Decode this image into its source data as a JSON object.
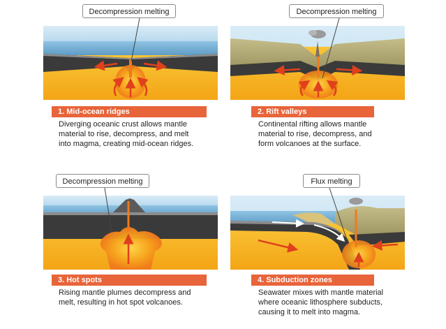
{
  "panels": [
    {
      "callout": "Decompression melting",
      "title": "1. Mid-ocean ridges",
      "lines": [
        "Diverging oceanic crust allows mantle",
        "material to rise, decompress, and melt",
        "into magma, creating mid-ocean ridges."
      ]
    },
    {
      "callout": "Decompression melting",
      "title": "2. Rift valleys",
      "lines": [
        "Continental rifting allows mantle",
        "material to rise, decompress, and",
        "form volcanoes at the surface."
      ]
    },
    {
      "callout": "Decompression melting",
      "title": "3. Hot spots",
      "lines": [
        "Rising mantle plumes decompress and",
        "melt, resulting in hot spot volcanoes."
      ]
    },
    {
      "callout": "Flux melting",
      "title": "4. Subduction zones",
      "lines": [
        "Seawater mixes with mantle material",
        "where oceanic lithosphere subducts,",
        "causing it to melt into magma."
      ]
    }
  ],
  "colors": {
    "caption_header": "#e8643a",
    "ocean": "#7fb6d8",
    "crust": "#3a3a3a",
    "mantle": "#f6b21f",
    "magma": "#f07a1c",
    "arrow": "#e0401c",
    "continent": "#b3ab78"
  }
}
